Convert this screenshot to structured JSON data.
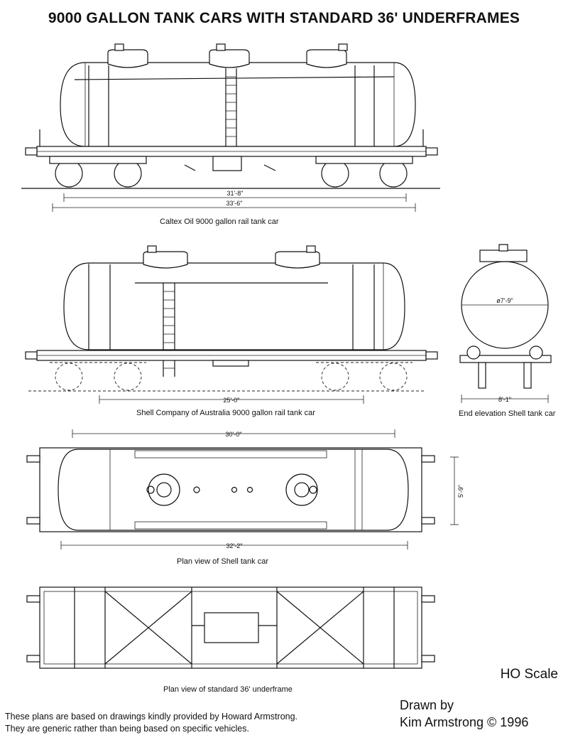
{
  "title": "9000 GALLON TANK CARS WITH STANDARD 36' UNDERFRAMES",
  "views": {
    "caltex": {
      "caption": "Caltex Oil 9000 gallon rail tank car",
      "dim_bogie_centres": "31'-8\"",
      "dim_overall": "33'-6\""
    },
    "shell_side": {
      "caption": "Shell Company of Australia 9000 gallon rail tank car",
      "dim_bogie_centres": "25'-0\""
    },
    "shell_end": {
      "caption": "End elevation Shell tank car",
      "dim_diameter": "ø7'-9\"",
      "dim_width": "8'-1\""
    },
    "shell_plan": {
      "caption": "Plan view of Shell tank car",
      "dim_tank_length": "30'-0\"",
      "dim_frame_length": "32'-2\"",
      "dim_width": "5'-9\""
    },
    "underframe_plan": {
      "caption": "Plan view of standard 36' underframe"
    }
  },
  "footer": {
    "note_line1": "These plans are based on drawings kindly provided by Howard Armstrong.",
    "note_line2": "They are generic rather than being based on specific vehicles.",
    "scale": "HO Scale",
    "credit_line1": "Drawn by",
    "credit_line2": "Kim Armstrong © 1996"
  }
}
